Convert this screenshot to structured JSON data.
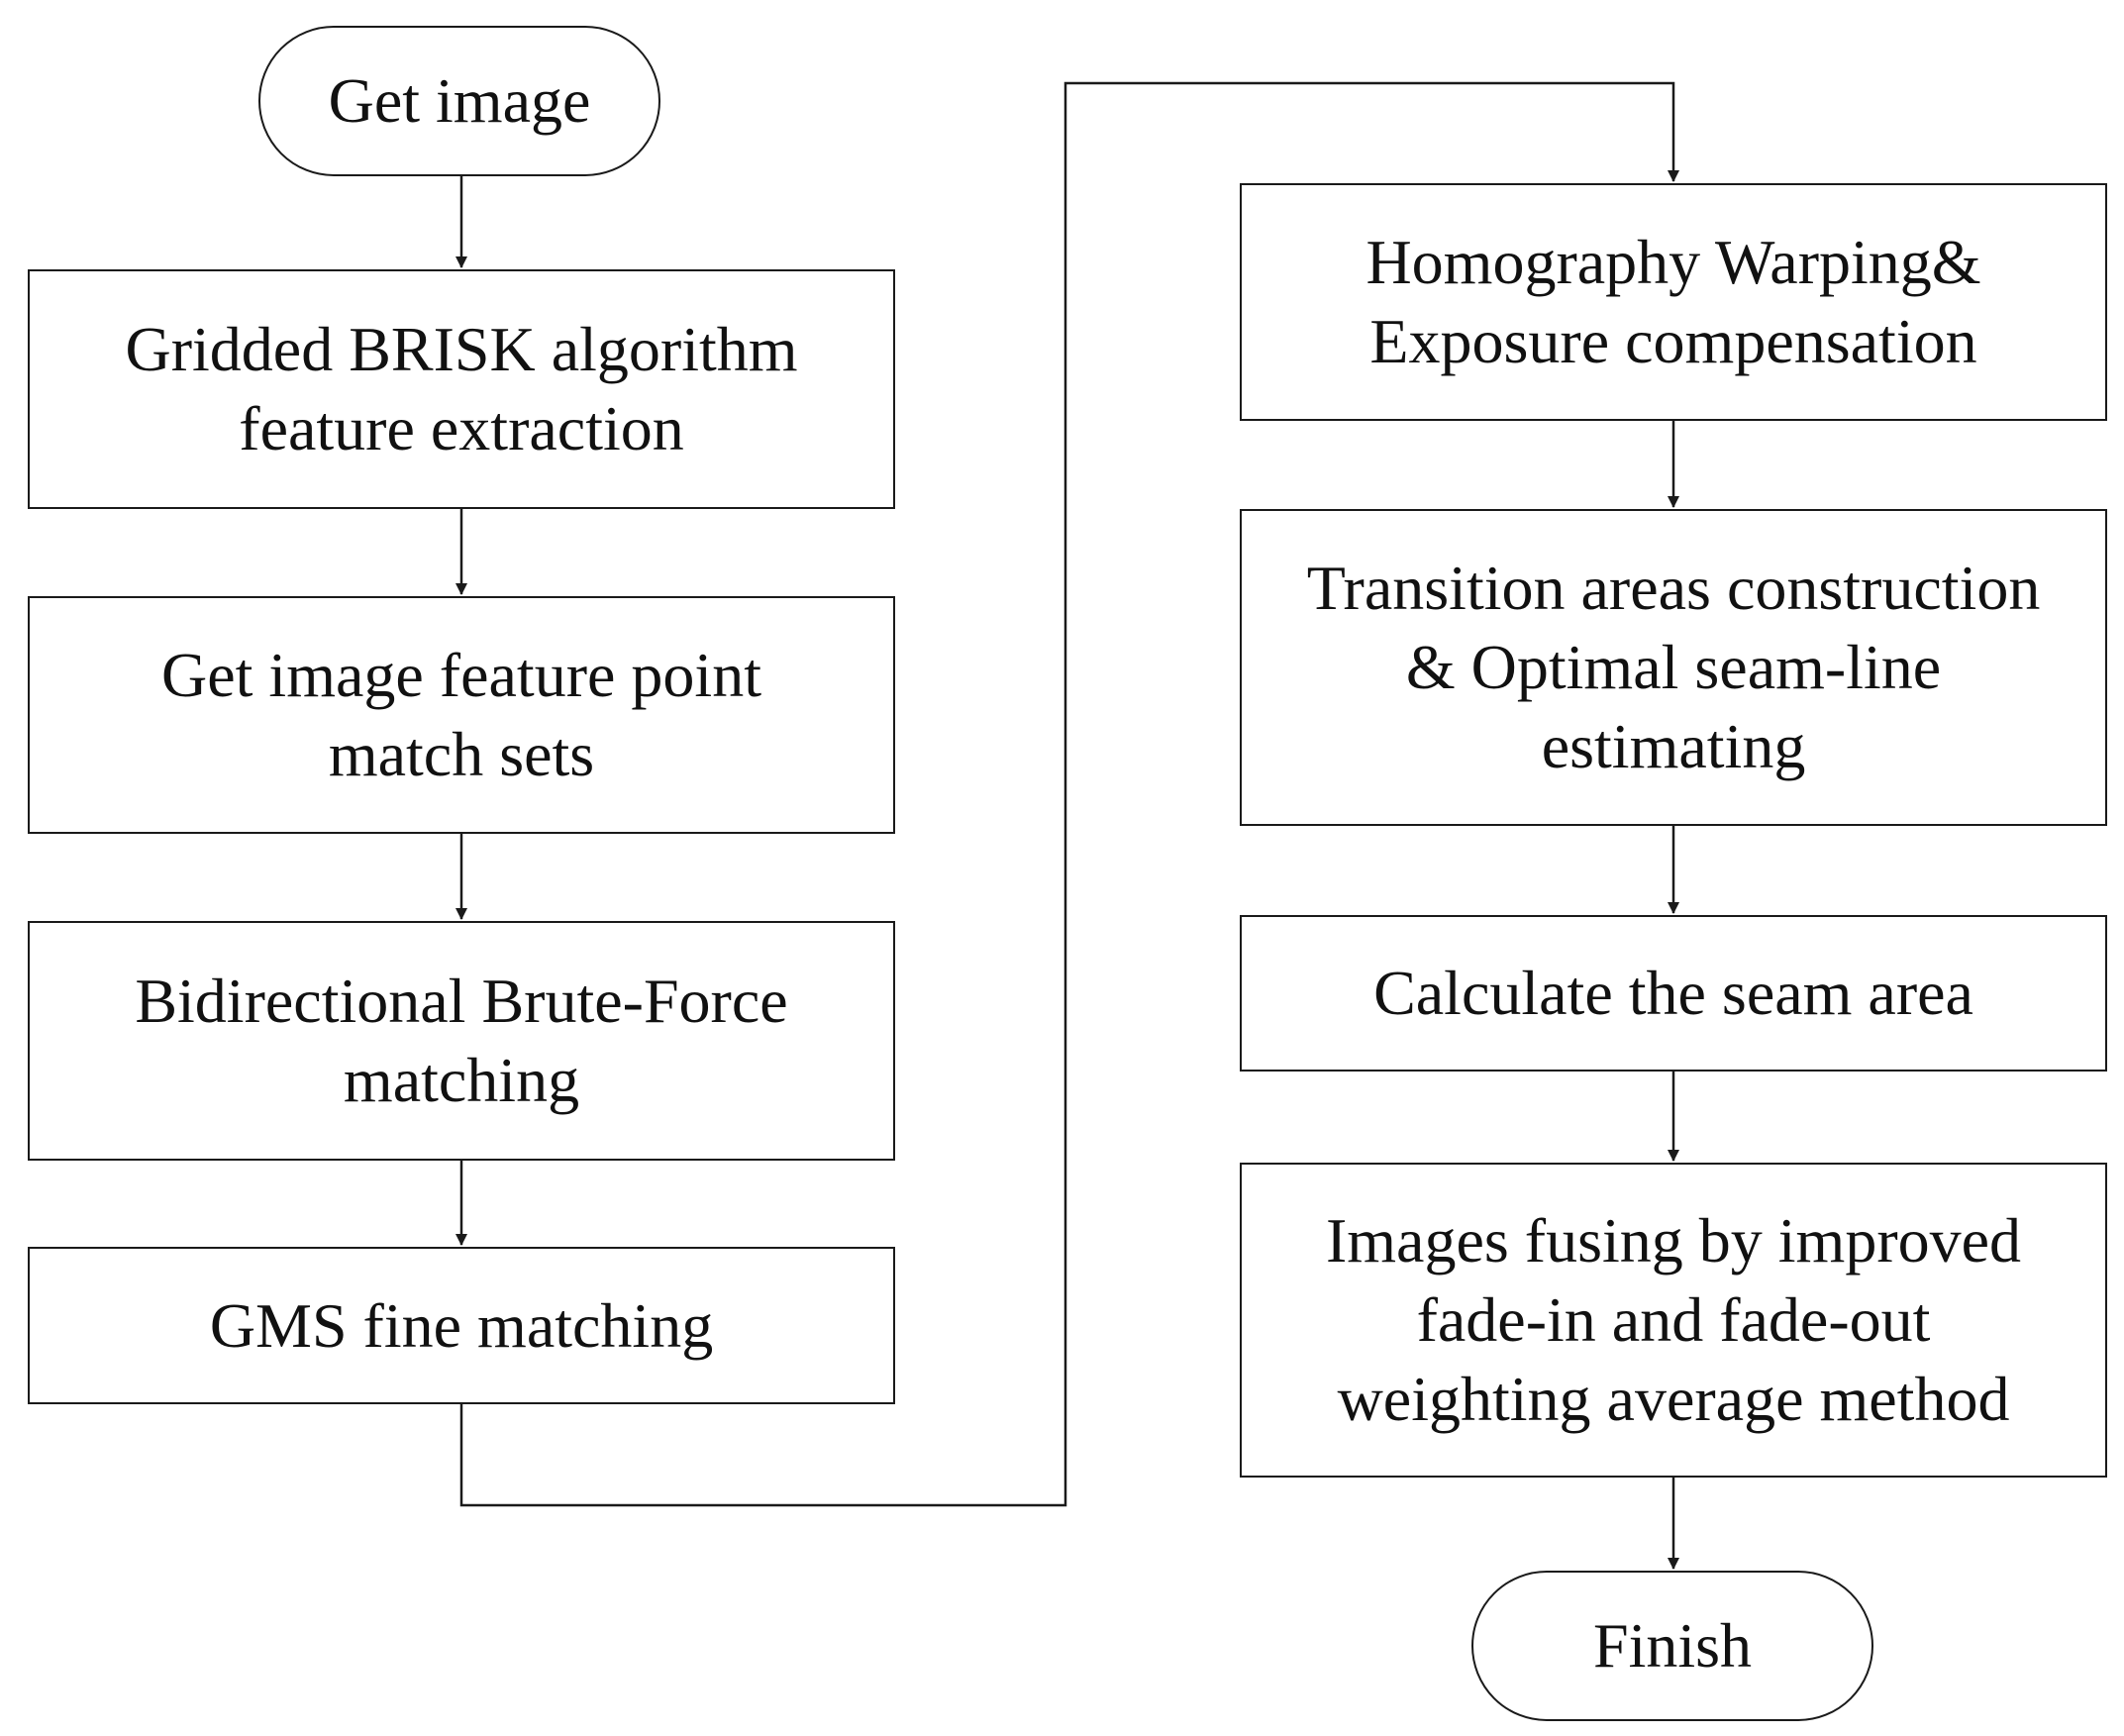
{
  "diagram": {
    "nodes": {
      "start": "Get image",
      "feature_extraction": "Gridded BRISK algorithm\nfeature extraction",
      "match_sets": "Get image  feature point\nmatch sets",
      "brute_force": "Bidirectional  Brute-Force\nmatching",
      "gms": "GMS fine matching",
      "homography": "Homography Warping&\nExposure compensation",
      "transition": "Transition areas construction\n& Optimal seam-line\nestimating",
      "seam_area": "Calculate the seam area",
      "fusing": "Images fusing by improved\nfade-in and fade-out\nweighting  average method",
      "finish": "Finish"
    },
    "colors": {
      "line": "#1a1a1a",
      "background": "#ffffff"
    }
  }
}
